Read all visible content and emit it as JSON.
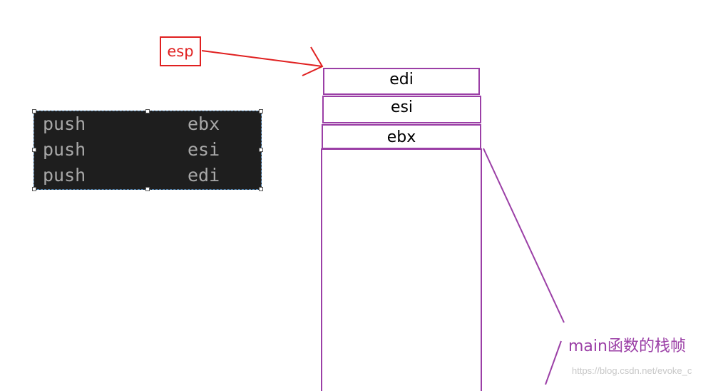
{
  "code": {
    "lines": [
      {
        "op": "push",
        "reg": "ebx"
      },
      {
        "op": "push",
        "reg": "esi"
      },
      {
        "op": "push",
        "reg": "edi"
      }
    ]
  },
  "pointer": {
    "label": "esp",
    "color": "#e02020"
  },
  "stack": {
    "slots": [
      {
        "label": "edi"
      },
      {
        "label": "esi"
      },
      {
        "label": "ebx"
      }
    ],
    "frame_label": "main函数的栈帧",
    "accent_color": "#9b3fa6"
  },
  "watermark": "https://blog.csdn.net/evoke_c"
}
